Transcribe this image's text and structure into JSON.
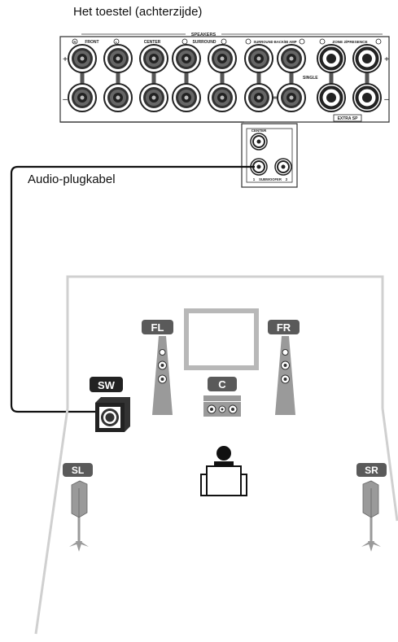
{
  "title": "Het toestel (achterzijde)",
  "cable_label": "Audio-plugkabel",
  "panel": {
    "speakers_label": "SPEAKERS",
    "front_label": "FRONT",
    "center_label": "CENTER",
    "surround_label": "SURROUND",
    "surround_back_label": "SURROUND BACK/BI AMP",
    "zone_label": "ZONE 2/PRESENCE",
    "single_label": "SINGLE",
    "extra_sp_label": "EXTRA SP",
    "plus_sign": "+",
    "minus_sign": "–",
    "r_mark": "R",
    "l_mark": "L"
  },
  "preout": {
    "center_label": "CENTER",
    "sub_1": "1",
    "subwoofer_label": "SUBWOOFER",
    "sub_2": "2"
  },
  "speakers": {
    "fl": "FL",
    "fr": "FR",
    "c": "C",
    "sw": "SW",
    "sl": "SL",
    "sr": "SR"
  },
  "colors": {
    "label_bg": "#5a5a5a",
    "speaker_gray": "#9a9a9a",
    "room_line": "#d0d0d0",
    "tv_gray": "#b8b8b8"
  }
}
